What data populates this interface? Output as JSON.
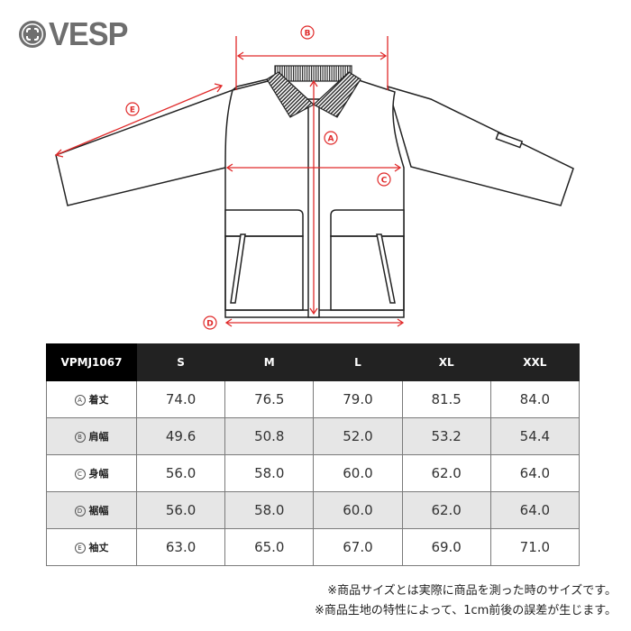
{
  "brand": {
    "name": "VESP",
    "logo_color": "#6e6e6e"
  },
  "diagram": {
    "measure_color": "#e02a2a",
    "labels": {
      "A": "A",
      "B": "B",
      "C": "C",
      "D": "D",
      "E": "E"
    }
  },
  "table": {
    "model": "VPMJ1067",
    "sizes": [
      "S",
      "M",
      "L",
      "XL",
      "XXL"
    ],
    "rows": [
      {
        "mark": "A",
        "label": "着丈",
        "values": [
          "74.0",
          "76.5",
          "79.0",
          "81.5",
          "84.0"
        ]
      },
      {
        "mark": "B",
        "label": "肩幅",
        "values": [
          "49.6",
          "50.8",
          "52.0",
          "53.2",
          "54.4"
        ]
      },
      {
        "mark": "C",
        "label": "身幅",
        "values": [
          "56.0",
          "58.0",
          "60.0",
          "62.0",
          "64.0"
        ]
      },
      {
        "mark": "D",
        "label": "裾幅",
        "values": [
          "56.0",
          "58.0",
          "60.0",
          "62.0",
          "64.0"
        ]
      },
      {
        "mark": "E",
        "label": "袖丈",
        "values": [
          "63.0",
          "65.0",
          "67.0",
          "69.0",
          "71.0"
        ]
      }
    ]
  },
  "notes": [
    "※商品サイズとは実際に商品を測った時のサイズです。",
    "※商品生地の特性によって、1cm前後の誤差が生じます。"
  ]
}
